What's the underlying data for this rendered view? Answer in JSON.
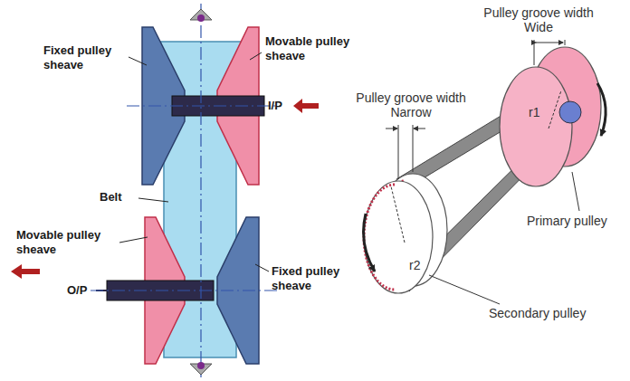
{
  "diagram": {
    "labels": [
      "Fixed pulley sheave",
      "Movable pulley sheave",
      "I/P",
      "Belt",
      "Movable pulley sheave",
      "Fixed pulley sheave",
      "O/P",
      "Pulley groove width Wide",
      "Pulley groove width Narrow",
      "r1",
      "r2",
      "Primary pulley",
      "Secondary pulley"
    ]
  }
}
